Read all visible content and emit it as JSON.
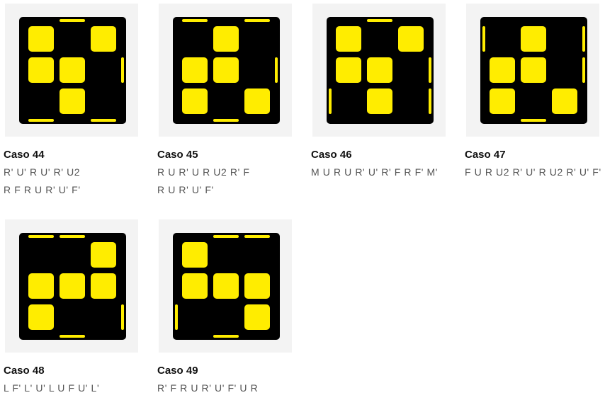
{
  "colors": {
    "sticker": "#ffed00",
    "face": "#000000",
    "card_bg": "#f3f3f3",
    "text": "#111111",
    "alg_text": "#555555"
  },
  "cases": [
    {
      "title": "Caso 44",
      "alg_lines": [
        "R' U' R U' R' U2",
        "R F R U R' U' F'"
      ],
      "grid": [
        [
          1,
          0,
          1
        ],
        [
          1,
          1,
          0
        ],
        [
          0,
          1,
          0
        ]
      ],
      "edges": {
        "top": [
          0,
          1,
          0
        ],
        "right": [
          0,
          1,
          0
        ],
        "bottom": [
          1,
          0,
          1
        ],
        "left": [
          0,
          0,
          0
        ]
      }
    },
    {
      "title": "Caso 45",
      "alg_lines": [
        "R U R' U R U2 R' F",
        "R U R' U' F'"
      ],
      "grid": [
        [
          0,
          1,
          0
        ],
        [
          1,
          1,
          0
        ],
        [
          1,
          0,
          1
        ]
      ],
      "edges": {
        "top": [
          1,
          0,
          1
        ],
        "right": [
          0,
          1,
          0
        ],
        "bottom": [
          0,
          1,
          0
        ],
        "left": [
          0,
          0,
          0
        ]
      }
    },
    {
      "title": "Caso 46",
      "alg_lines": [
        "M U R U R' U' R' F R F' M'"
      ],
      "grid": [
        [
          1,
          0,
          1
        ],
        [
          1,
          1,
          0
        ],
        [
          0,
          1,
          0
        ]
      ],
      "edges": {
        "top": [
          0,
          1,
          0
        ],
        "right": [
          0,
          1,
          1
        ],
        "bottom": [
          0,
          0,
          0
        ],
        "left": [
          0,
          0,
          1
        ]
      }
    },
    {
      "title": "Caso 47",
      "alg_lines": [
        "F U R U2 R' U' R U2 R' U' F'"
      ],
      "grid": [
        [
          0,
          1,
          0
        ],
        [
          1,
          1,
          0
        ],
        [
          1,
          0,
          1
        ]
      ],
      "edges": {
        "top": [
          0,
          0,
          0
        ],
        "right": [
          1,
          1,
          0
        ],
        "bottom": [
          0,
          1,
          0
        ],
        "left": [
          1,
          0,
          0
        ]
      }
    },
    {
      "title": "Caso 48",
      "alg_lines": [
        "L F' L' U' L U F U' L'"
      ],
      "grid": [
        [
          0,
          0,
          1
        ],
        [
          1,
          1,
          1
        ],
        [
          1,
          0,
          0
        ]
      ],
      "edges": {
        "top": [
          1,
          1,
          0
        ],
        "right": [
          0,
          0,
          1
        ],
        "bottom": [
          0,
          1,
          0
        ],
        "left": [
          0,
          0,
          0
        ]
      }
    },
    {
      "title": "Caso 49",
      "alg_lines": [
        "R' F R U R' U' F' U R"
      ],
      "grid": [
        [
          1,
          0,
          0
        ],
        [
          1,
          1,
          1
        ],
        [
          0,
          0,
          1
        ]
      ],
      "edges": {
        "top": [
          0,
          1,
          1
        ],
        "right": [
          0,
          0,
          0
        ],
        "bottom": [
          0,
          1,
          0
        ],
        "left": [
          0,
          0,
          1
        ]
      }
    }
  ]
}
